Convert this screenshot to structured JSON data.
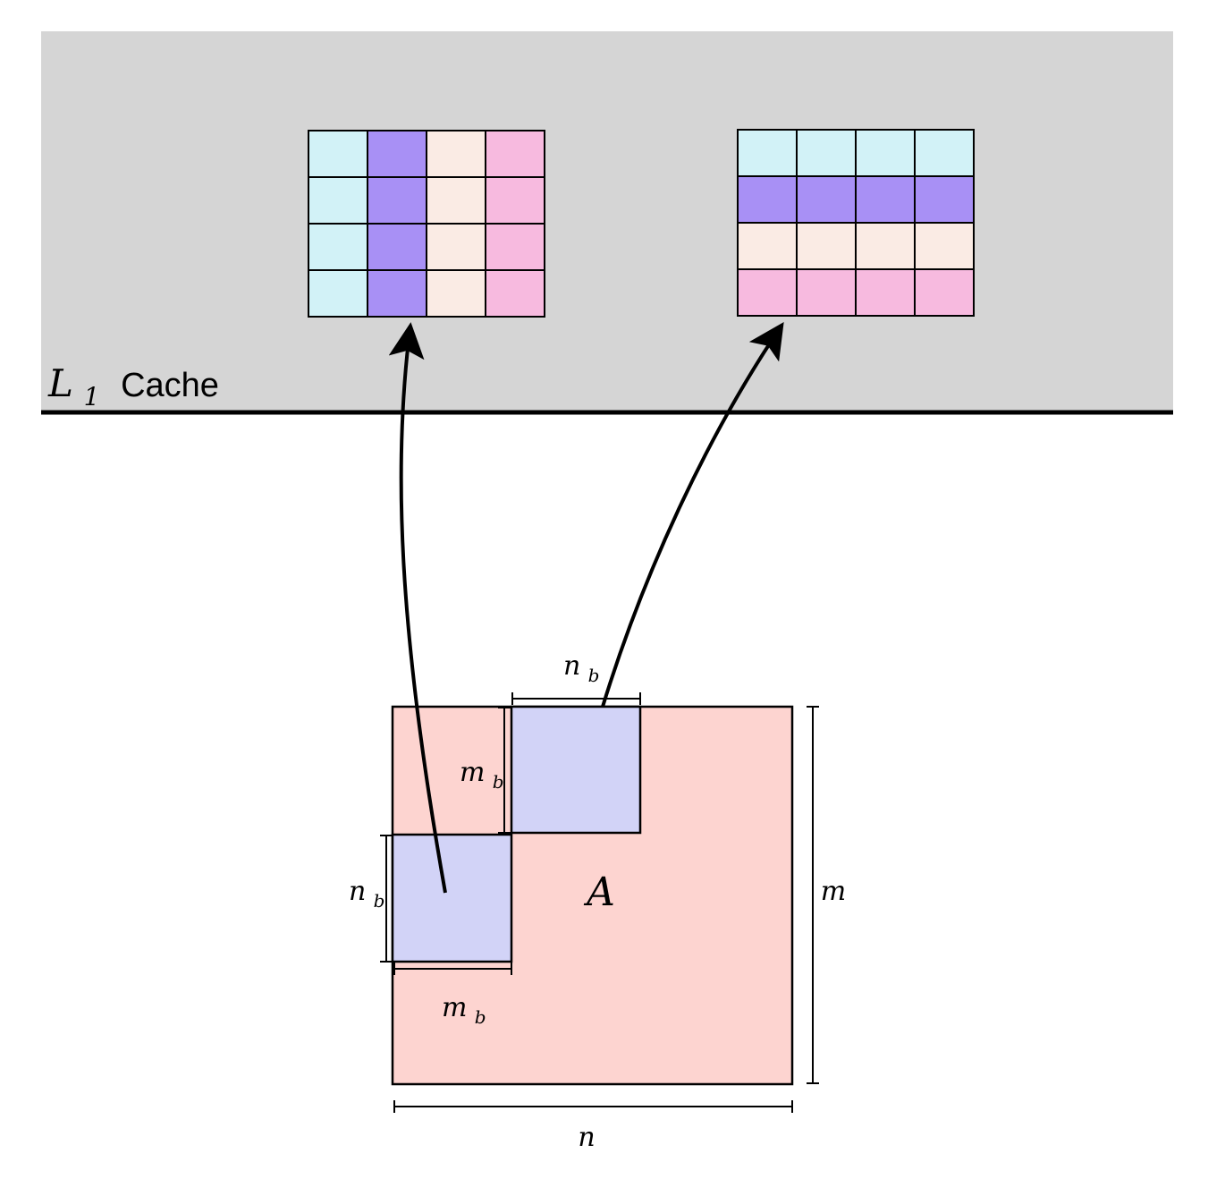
{
  "cache": {
    "label_letter": "L",
    "label_subscript": "1",
    "label_word": "Cache",
    "background_color": "#d5d5d5"
  },
  "tile_colors": [
    "#d2f2f7",
    "#a890f5",
    "#faebe4",
    "#f7badf"
  ],
  "tile_column_major": {
    "rows": 4,
    "cols": 4,
    "color_by": "column"
  },
  "tile_row_major": {
    "rows": 4,
    "cols": 4,
    "color_by": "row"
  },
  "matrix": {
    "name": "A",
    "fill_color": "#fdd4d0",
    "block_color": "#d2d3f7",
    "width_label": "n",
    "height_label": "m",
    "block_top_width_label": "n",
    "block_top_width_sub": "b",
    "block_top_height_label": "m",
    "block_top_height_sub": "b",
    "block_left_height_label": "n",
    "block_left_height_sub": "b",
    "block_left_width_label": "m",
    "block_left_width_sub": "b"
  }
}
